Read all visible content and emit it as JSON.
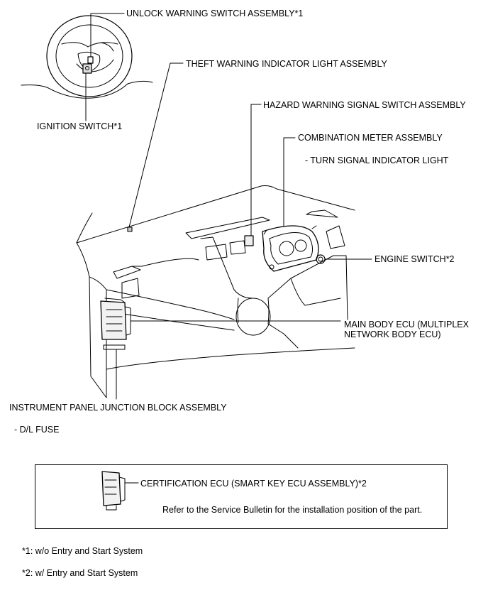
{
  "labels": {
    "unlock_warning": "UNLOCK WARNING SWITCH ASSEMBLY*1",
    "ignition": "IGNITION SWITCH*1",
    "theft_warning": "THEFT WARNING INDICATOR LIGHT ASSEMBLY",
    "hazard_warning": "HAZARD WARNING SIGNAL SWITCH ASSEMBLY",
    "combination_meter": "COMBINATION METER ASSEMBLY",
    "turn_signal": "- TURN SIGNAL INDICATOR LIGHT",
    "engine_switch": "ENGINE SWITCH*2",
    "main_body_ecu_1": "MAIN BODY ECU (MULTIPLEX",
    "main_body_ecu_2": "NETWORK BODY ECU)",
    "junction_block": "INSTRUMENT PANEL JUNCTION BLOCK ASSEMBLY",
    "dl_fuse": "- D/L FUSE"
  },
  "note_box": {
    "certification_ecu": "CERTIFICATION ECU (SMART KEY ECU ASSEMBLY)*2",
    "service_bulletin": "Refer to the Service Bulletin for the installation position of the part."
  },
  "footnotes": {
    "note1": "*1: w/o Entry and Start System",
    "note2": "*2: w/ Entry and Start System"
  }
}
